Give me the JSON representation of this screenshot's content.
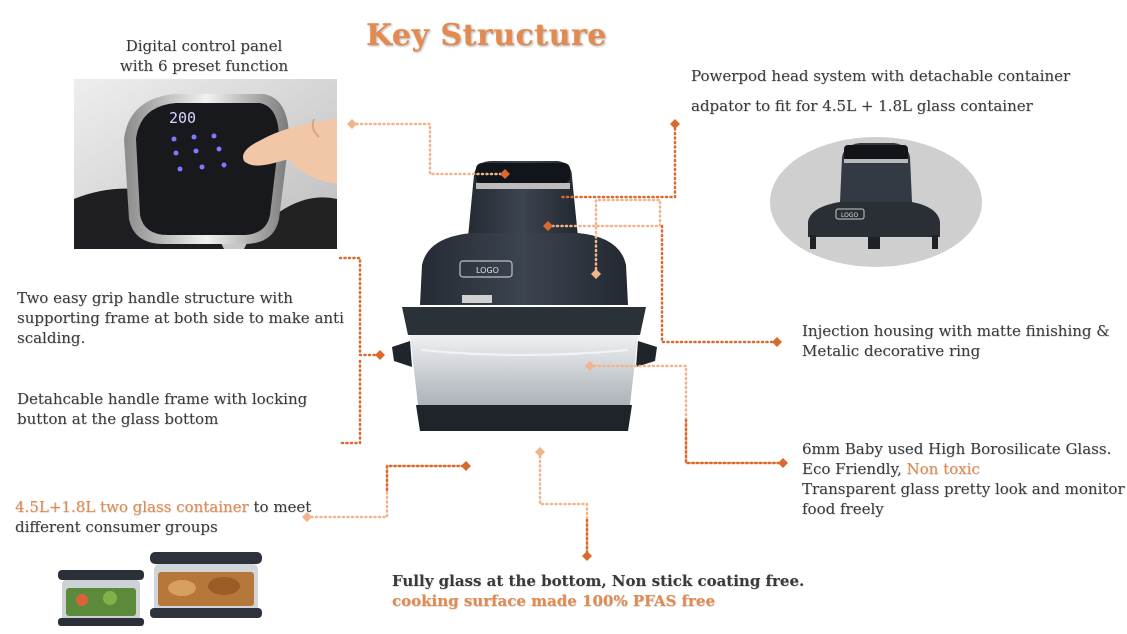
{
  "page": {
    "title": "Key Structure"
  },
  "callouts": {
    "control_panel": {
      "line1": "Digital control panel",
      "line2": "with 6 preset function"
    },
    "powerpod": {
      "line1": "Powerpod head system with detachable container",
      "line2": "adpator to fit for 4.5L + 1.8L glass container"
    },
    "grip_handle": {
      "line1": "Two easy grip handle structure with",
      "line2": "supporting frame at both side to make anti",
      "line3": "scalding."
    },
    "handle_frame": {
      "line1": "Detahcable handle frame with locking",
      "line2": "button at the glass bottom"
    },
    "injection": {
      "line1": "Injection housing with matte finishing &",
      "line2": "Metalic decorative ring"
    },
    "glass": {
      "line1": "6mm Baby used High Borosilicate Glass.",
      "line2_a": "Eco Friendly,",
      "line2_b": "Non toxic",
      "line3": "Transparent glass pretty look and monitor",
      "line4": "food freely"
    },
    "containers": {
      "highlight": "4.5L+1.8L two  glass container",
      "rest": "to meet",
      "line2": "different consumer groups"
    },
    "bottom": {
      "line1": "Fully glass at the bottom, Non stick coating free.",
      "line2": "cooking surface made 100% PFAS free"
    }
  },
  "display": {
    "readout": "200"
  },
  "badges": {
    "logo_main": "LOGO",
    "logo_small": "LOGO"
  },
  "colors": {
    "accent": "#e58a4e",
    "leader": "#d9692f",
    "leader_light": "#f2b48d",
    "body_dark": "#2e3540"
  },
  "icons": [
    "control-panel-photo",
    "container-head-photo",
    "glass-containers-photo",
    "air-fryer-illustration"
  ]
}
